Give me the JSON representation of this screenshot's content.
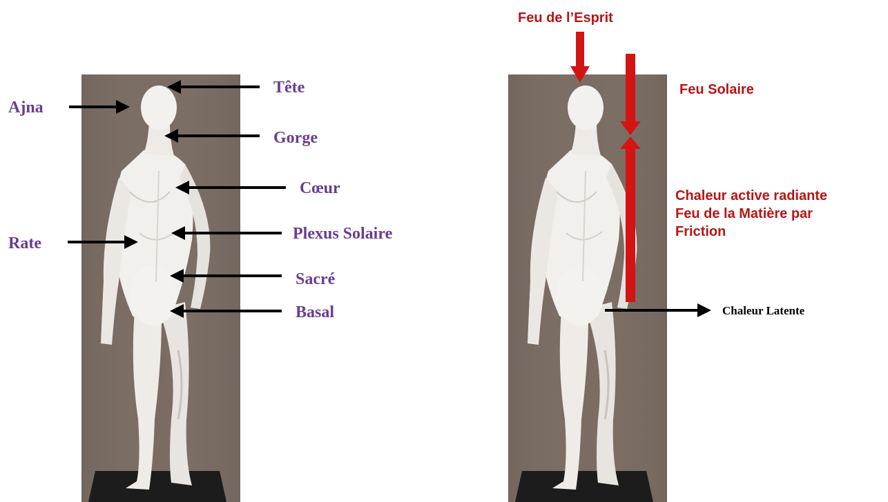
{
  "colors": {
    "chakra_label": "#6a3d8f",
    "fire_label": "#b71515",
    "fire_arrow": "#d41414",
    "pointer": "#000000",
    "photo_background": "#7a6c63",
    "figure": "#f2f0ed",
    "base": "#1c1c1c"
  },
  "left_panel": {
    "chakras": {
      "tete": "Tête",
      "ajna": "Ajna",
      "gorge": "Gorge",
      "coeur": "Cœur",
      "plexus": "Plexus Solaire",
      "rate": "Rate",
      "sacre": "Sacré",
      "basal": "Basal"
    }
  },
  "right_panel": {
    "feu_esprit": "Feu de l’Esprit",
    "feu_solaire": "Feu Solaire",
    "chaleur_active_lines": [
      "Chaleur active radiante",
      "Feu de la Matière par",
      "Friction"
    ],
    "chaleur_latente": "Chaleur Latente"
  }
}
